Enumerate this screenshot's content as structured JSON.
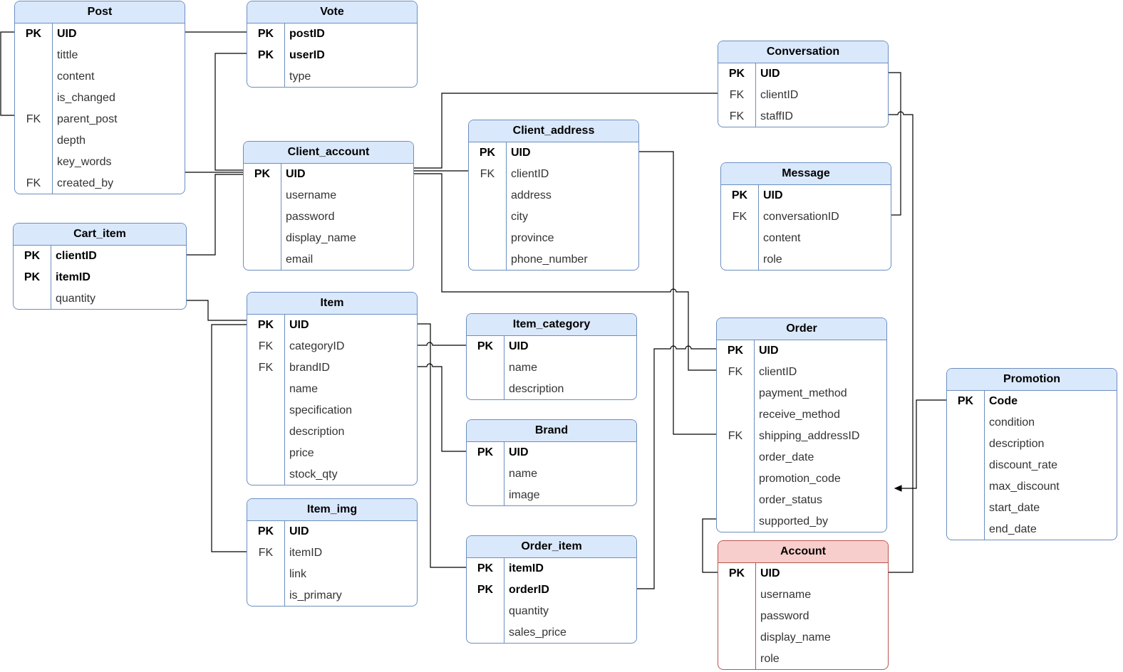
{
  "diagram": {
    "entities": [
      {
        "id": "post",
        "name": "Post",
        "attributes": [
          {
            "key": "PK",
            "name": "UID"
          },
          {
            "key": "",
            "name": "tittle"
          },
          {
            "key": "",
            "name": "content"
          },
          {
            "key": "",
            "name": "is_changed"
          },
          {
            "key": "FK",
            "name": "parent_post"
          },
          {
            "key": "",
            "name": "depth"
          },
          {
            "key": "",
            "name": "key_words"
          },
          {
            "key": "FK",
            "name": "created_by"
          }
        ]
      },
      {
        "id": "vote",
        "name": "Vote",
        "attributes": [
          {
            "key": "PK",
            "name": "postID"
          },
          {
            "key": "PK",
            "name": "userID"
          },
          {
            "key": "",
            "name": "type"
          }
        ]
      },
      {
        "id": "client-account",
        "name": "Client_account",
        "attributes": [
          {
            "key": "PK",
            "name": "UID"
          },
          {
            "key": "",
            "name": "username"
          },
          {
            "key": "",
            "name": "password"
          },
          {
            "key": "",
            "name": "display_name"
          },
          {
            "key": "",
            "name": "email"
          }
        ]
      },
      {
        "id": "cart-item",
        "name": "Cart_item",
        "attributes": [
          {
            "key": "PK",
            "name": "clientID"
          },
          {
            "key": "PK",
            "name": "itemID"
          },
          {
            "key": "",
            "name": "quantity"
          }
        ]
      },
      {
        "id": "item",
        "name": "Item",
        "attributes": [
          {
            "key": "PK",
            "name": "UID"
          },
          {
            "key": "FK",
            "name": "categoryID"
          },
          {
            "key": "FK",
            "name": "brandID"
          },
          {
            "key": "",
            "name": "name"
          },
          {
            "key": "",
            "name": "specification"
          },
          {
            "key": "",
            "name": "description"
          },
          {
            "key": "",
            "name": "price"
          },
          {
            "key": "",
            "name": "stock_qty"
          }
        ]
      },
      {
        "id": "item-img",
        "name": "Item_img",
        "attributes": [
          {
            "key": "PK",
            "name": "UID"
          },
          {
            "key": "FK",
            "name": "itemID"
          },
          {
            "key": "",
            "name": "link"
          },
          {
            "key": "",
            "name": "is_primary"
          }
        ]
      },
      {
        "id": "client-address",
        "name": "Client_address",
        "attributes": [
          {
            "key": "PK",
            "name": "UID"
          },
          {
            "key": "FK",
            "name": "clientID"
          },
          {
            "key": "",
            "name": "address"
          },
          {
            "key": "",
            "name": "city"
          },
          {
            "key": "",
            "name": "province"
          },
          {
            "key": "",
            "name": "phone_number"
          }
        ]
      },
      {
        "id": "item-category",
        "name": "Item_category",
        "attributes": [
          {
            "key": "PK",
            "name": "UID"
          },
          {
            "key": "",
            "name": "name"
          },
          {
            "key": "",
            "name": "description"
          }
        ]
      },
      {
        "id": "brand",
        "name": "Brand",
        "attributes": [
          {
            "key": "PK",
            "name": "UID"
          },
          {
            "key": "",
            "name": "name"
          },
          {
            "key": "",
            "name": "image"
          }
        ]
      },
      {
        "id": "order-item",
        "name": "Order_item",
        "attributes": [
          {
            "key": "PK",
            "name": "itemID"
          },
          {
            "key": "PK",
            "name": "orderID"
          },
          {
            "key": "",
            "name": "quantity"
          },
          {
            "key": "",
            "name": "sales_price"
          }
        ]
      },
      {
        "id": "conversation",
        "name": "Conversation",
        "attributes": [
          {
            "key": "PK",
            "name": "UID"
          },
          {
            "key": "FK",
            "name": "clientID"
          },
          {
            "key": "FK",
            "name": "staffID"
          }
        ]
      },
      {
        "id": "message",
        "name": "Message",
        "attributes": [
          {
            "key": "PK",
            "name": "UID"
          },
          {
            "key": "FK",
            "name": "conversationID"
          },
          {
            "key": "",
            "name": "content"
          },
          {
            "key": "",
            "name": "role"
          }
        ]
      },
      {
        "id": "order",
        "name": "Order",
        "attributes": [
          {
            "key": "PK",
            "name": "UID"
          },
          {
            "key": "FK",
            "name": "clientID"
          },
          {
            "key": "",
            "name": "payment_method"
          },
          {
            "key": "",
            "name": "receive_method"
          },
          {
            "key": "FK",
            "name": "shipping_addressID"
          },
          {
            "key": "",
            "name": "order_date"
          },
          {
            "key": "",
            "name": "promotion_code"
          },
          {
            "key": "",
            "name": "order_status"
          },
          {
            "key": "",
            "name": "supported_by"
          }
        ]
      },
      {
        "id": "account",
        "name": "Account",
        "style": "red",
        "attributes": [
          {
            "key": "PK",
            "name": "UID"
          },
          {
            "key": "",
            "name": "username"
          },
          {
            "key": "",
            "name": "password"
          },
          {
            "key": "",
            "name": "display_name"
          },
          {
            "key": "",
            "name": "role"
          }
        ]
      },
      {
        "id": "promotion",
        "name": "Promotion",
        "attributes": [
          {
            "key": "PK",
            "name": "Code"
          },
          {
            "key": "",
            "name": "condition"
          },
          {
            "key": "",
            "name": "description"
          },
          {
            "key": "",
            "name": "discount_rate"
          },
          {
            "key": "",
            "name": "max_discount"
          },
          {
            "key": "",
            "name": "start_date"
          },
          {
            "key": "",
            "name": "end_date"
          }
        ]
      }
    ],
    "relationships": [
      {
        "from": "Post.parent_post",
        "to": "Post.UID"
      },
      {
        "from": "Vote.postID",
        "to": "Post.UID"
      },
      {
        "from": "Vote.userID",
        "to": "Client_account.UID"
      },
      {
        "from": "Post.created_by",
        "to": "Client_account.UID"
      },
      {
        "from": "Cart_item.clientID",
        "to": "Client_account.UID"
      },
      {
        "from": "Cart_item.itemID",
        "to": "Item.UID"
      },
      {
        "from": "Item_img.itemID",
        "to": "Item.UID"
      },
      {
        "from": "Client_address.clientID",
        "to": "Client_account.UID"
      },
      {
        "from": "Conversation.clientID",
        "to": "Client_account.UID"
      },
      {
        "from": "Order.clientID",
        "to": "Client_account.UID"
      },
      {
        "from": "Item.categoryID",
        "to": "Item_category.UID"
      },
      {
        "from": "Item.brandID",
        "to": "Brand.UID"
      },
      {
        "from": "Order_item.itemID",
        "to": "Item.UID"
      },
      {
        "from": "Order_item.orderID",
        "to": "Order.UID"
      },
      {
        "from": "Order.shipping_addressID",
        "to": "Client_address.UID"
      },
      {
        "from": "Message.conversationID",
        "to": "Conversation.UID"
      },
      {
        "from": "Conversation.staffID",
        "to": "Account.UID"
      },
      {
        "from": "Order.supported_by",
        "to": "Account.UID"
      },
      {
        "from": "Order.promotion_code",
        "to": "Promotion.Code"
      }
    ],
    "colors": {
      "header_fill": "#dae8fc",
      "border": "#6c8ebf",
      "header_fill_red": "#f8cecc",
      "border_red": "#b85450",
      "line": "#000000"
    }
  }
}
